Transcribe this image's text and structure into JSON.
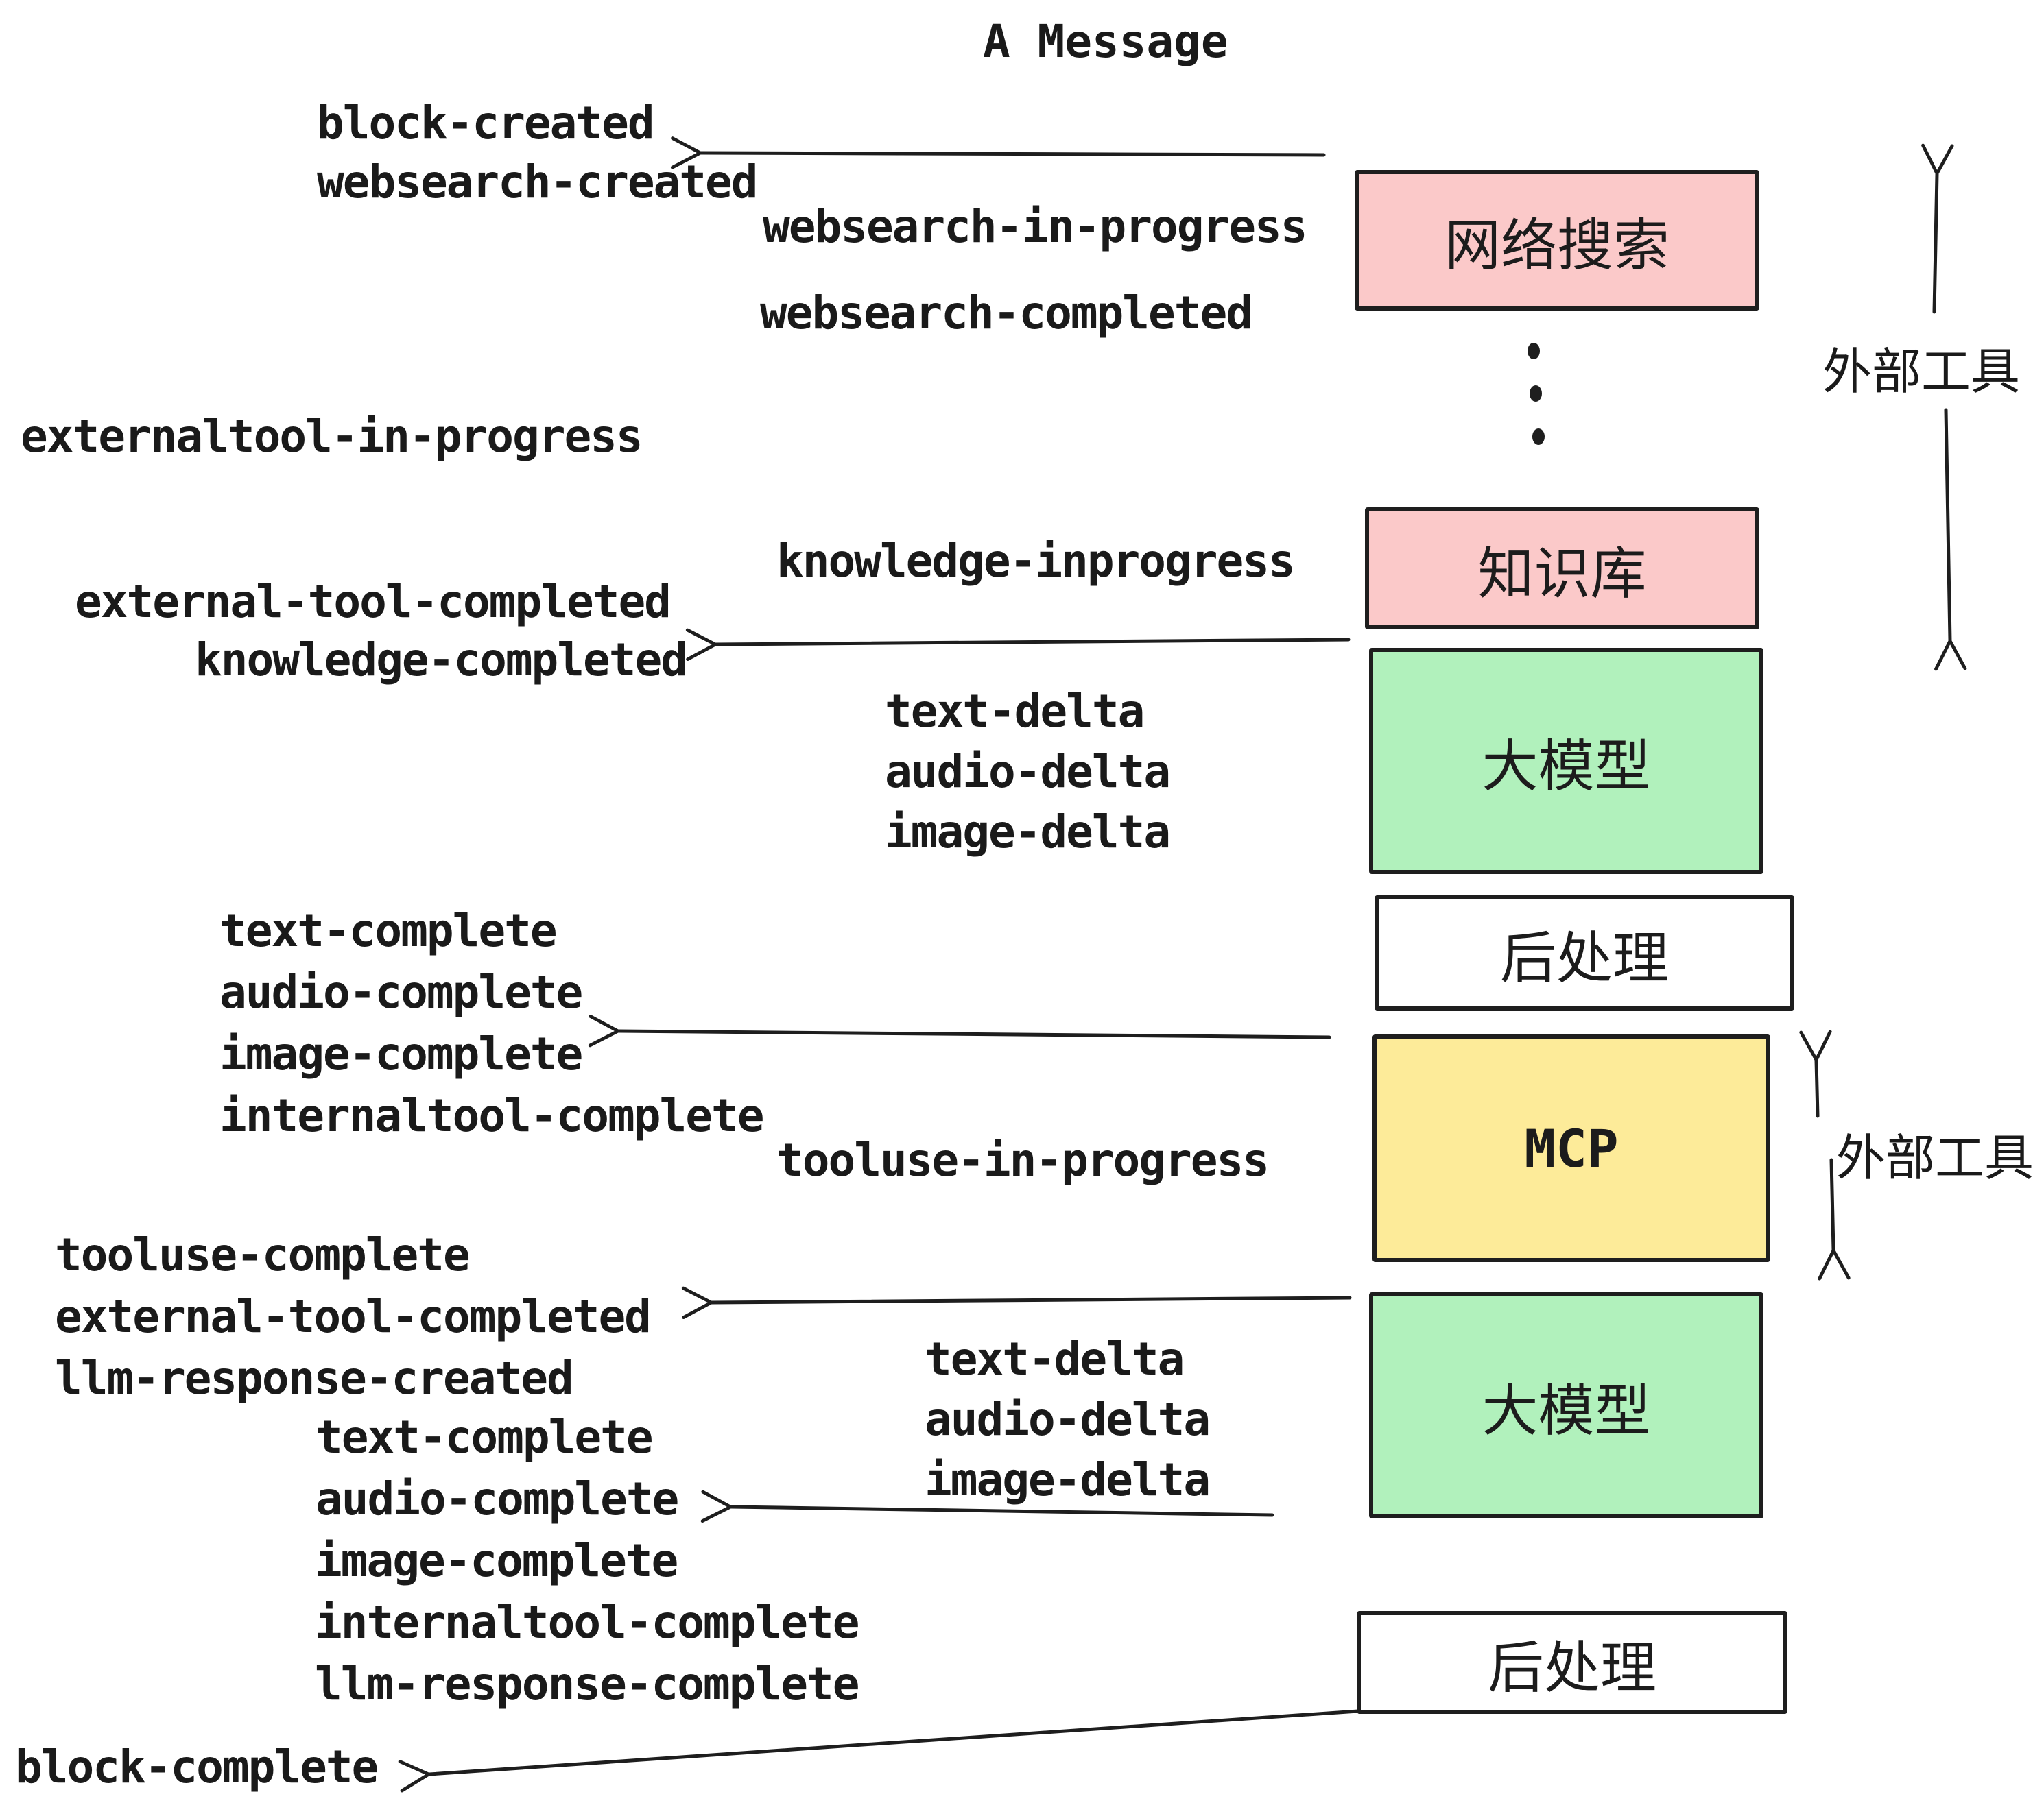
{
  "title": "A Message",
  "events": {
    "block_created": "block-created",
    "websearch_created": "websearch-created",
    "websearch_in_progress": "websearch-in-progress",
    "websearch_completed": "websearch-completed",
    "externaltool_in_progress": "externaltool-in-progress",
    "knowledge_inprogress": "knowledge-inprogress",
    "external_tool_completed": "external-tool-completed",
    "knowledge_completed": "knowledge-completed",
    "text_delta": "text-delta",
    "audio_delta": "audio-delta",
    "image_delta": "image-delta",
    "text_complete": "text-complete",
    "audio_complete": "audio-complete",
    "image_complete": "image-complete",
    "internaltool_complete": "internaltool-complete",
    "tooluse_in_progress": "tooluse-in-progress",
    "tooluse_complete": "tooluse-complete",
    "llm_response_created": "llm-response-created",
    "llm_response_complete": "llm-response-complete",
    "block_complete": "block-complete"
  },
  "boxes": {
    "websearch": "网络搜索",
    "knowledge": "知识库",
    "llm": "大模型",
    "postprocess": "后处理",
    "mcp": "MCP"
  },
  "side_labels": {
    "external_tools": "外部工具"
  },
  "colors": {
    "box_pink": "#fbc9c9",
    "box_green": "#b1f1bc",
    "box_yellow": "#fdeb99",
    "box_white": "#ffffff",
    "stroke": "#1e1e1e",
    "text": "#1a1a1a"
  }
}
